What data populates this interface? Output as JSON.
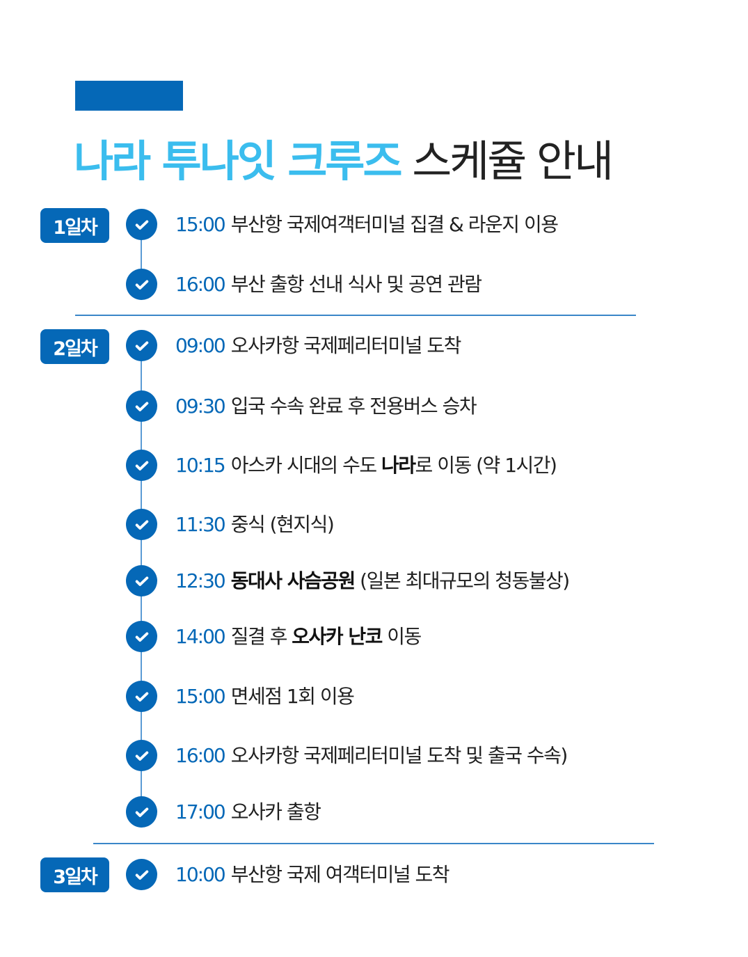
{
  "header": {
    "title_highlight": "나라 투나잇 크루즈",
    "title_rest": "스케쥴 안내",
    "accent_color": "#0568b7",
    "highlight_color": "#3bbdee"
  },
  "days": [
    {
      "label": "1일차",
      "items": [
        {
          "time": "15:00",
          "parts": [
            {
              "text": "부산항 국제여객터미널 집결 & 라운지 이용",
              "bold": false
            }
          ]
        },
        {
          "time": "16:00",
          "parts": [
            {
              "text": "부산 출항 선내 식사 및 공연 관람",
              "bold": false
            }
          ]
        }
      ]
    },
    {
      "label": "2일차",
      "items": [
        {
          "time": "09:00",
          "parts": [
            {
              "text": "오사카항 국제페리터미널 도착",
              "bold": false
            }
          ]
        },
        {
          "time": "09:30",
          "parts": [
            {
              "text": "입국 수속 완료 후 전용버스 승차",
              "bold": false
            }
          ]
        },
        {
          "time": "10:15",
          "parts": [
            {
              "text": "아스카 시대의 수도 ",
              "bold": false
            },
            {
              "text": "나라",
              "bold": true
            },
            {
              "text": "로 이동 (약 1시간)",
              "bold": false
            }
          ]
        },
        {
          "time": "11:30",
          "parts": [
            {
              "text": "중식 (현지식)",
              "bold": false
            }
          ]
        },
        {
          "time": "12:30",
          "parts": [
            {
              "text": "동대사 사슴공원",
              "bold": true
            },
            {
              "text": " (일본 최대규모의 청동불상)",
              "bold": false
            }
          ]
        },
        {
          "time": "14:00",
          "parts": [
            {
              "text": "질결 후 ",
              "bold": false
            },
            {
              "text": "오사카 난코",
              "bold": true
            },
            {
              "text": " 이동",
              "bold": false
            }
          ]
        },
        {
          "time": "15:00",
          "parts": [
            {
              "text": "면세점 1회 이용",
              "bold": false
            }
          ]
        },
        {
          "time": "16:00",
          "parts": [
            {
              "text": "오사카항 국제페리터미널 도착 및 출국 수속)",
              "bold": false
            }
          ]
        },
        {
          "time": "17:00",
          "parts": [
            {
              "text": "오사카 출항",
              "bold": false
            }
          ]
        }
      ]
    },
    {
      "label": "3일차",
      "items": [
        {
          "time": "10:00",
          "parts": [
            {
              "text": "부산항 국제 여객터미널 도착",
              "bold": false
            }
          ]
        }
      ]
    }
  ],
  "icons": {
    "item_marker": "check-circle-icon"
  }
}
